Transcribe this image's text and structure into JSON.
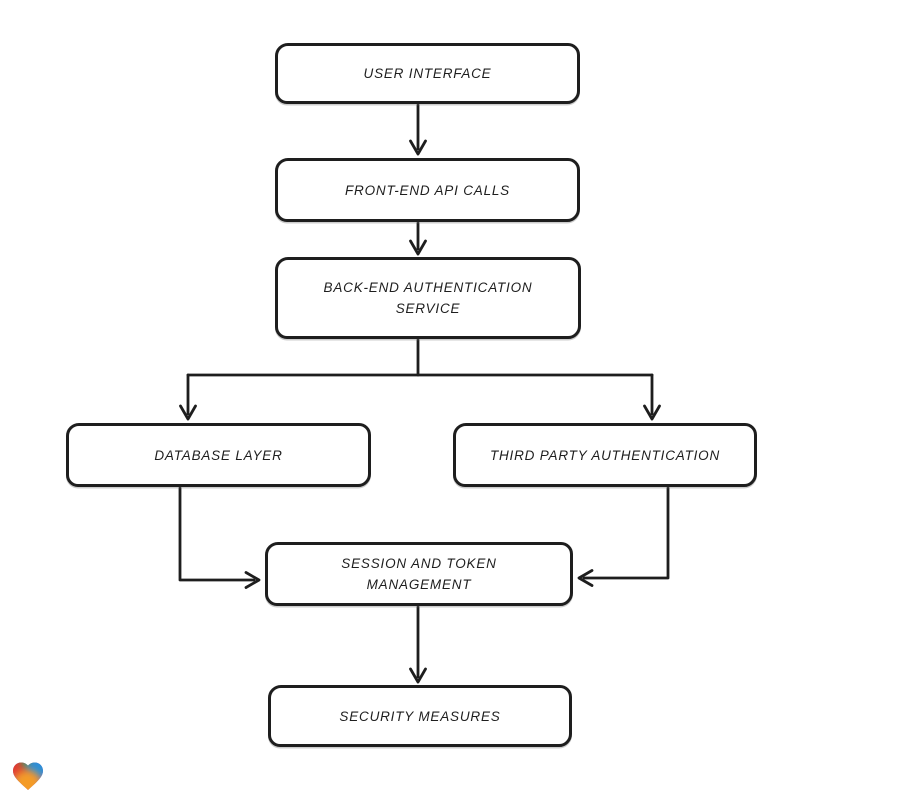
{
  "page": {
    "background_color": "#ffffff"
  },
  "diagram": {
    "type": "flowchart",
    "style": "hand-drawn",
    "stroke_color": "#1e1e1e",
    "node_fill_color": "#ffffff",
    "nodes": [
      {
        "id": "user-interface",
        "label": "USER INTERFACE"
      },
      {
        "id": "front-end-api-calls",
        "label": "FRONT-END API CALLS"
      },
      {
        "id": "back-end-authentication-service",
        "label": "BACK-END AUTHENTICATION SERVICE"
      },
      {
        "id": "database-layer",
        "label": "DATABASE LAYER"
      },
      {
        "id": "third-party-authentication",
        "label": "THIRD PARTY AUTHENTICATION"
      },
      {
        "id": "session-and-token-management",
        "label": "SESSION AND TOKEN MANAGEMENT"
      },
      {
        "id": "security-measures",
        "label": "SECURITY MEASURES"
      }
    ],
    "edges": [
      {
        "from": "user-interface",
        "to": "front-end-api-calls"
      },
      {
        "from": "front-end-api-calls",
        "to": "back-end-authentication-service"
      },
      {
        "from": "back-end-authentication-service",
        "to": "database-layer"
      },
      {
        "from": "back-end-authentication-service",
        "to": "third-party-authentication"
      },
      {
        "from": "database-layer",
        "to": "session-and-token-management"
      },
      {
        "from": "third-party-authentication",
        "to": "session-and-token-management"
      },
      {
        "from": "session-and-token-management",
        "to": "security-measures"
      }
    ]
  },
  "logo": {
    "icon": "gradient-heart-icon",
    "colors": {
      "red": "#e23a30",
      "green": "#3fa456",
      "blue": "#2b8fd8",
      "purple": "#8a63c9",
      "orange": "#f49b25"
    }
  }
}
